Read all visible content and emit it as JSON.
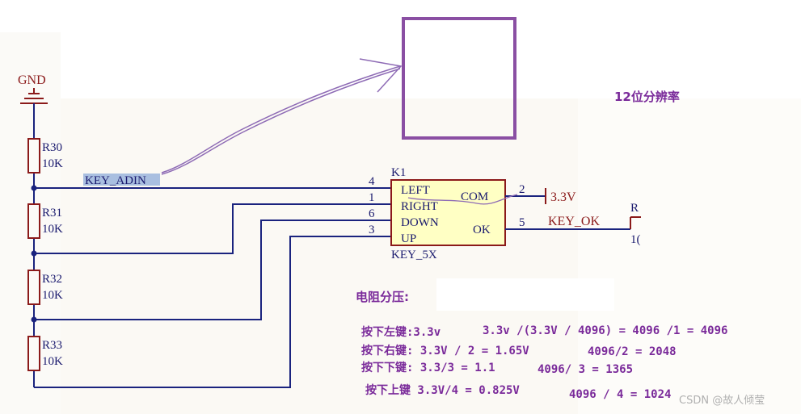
{
  "colors": {
    "wire": "#1a237e",
    "component": "#8b1a1a",
    "switch_fill": "#ffffc4",
    "annotation": "#7a2a9a",
    "pen": "#8e6bb5",
    "label_highlight": "#a9bfe0"
  },
  "icons": [
    "gnd-symbol-icon",
    "power-3v3-symbol-icon"
  ],
  "gnd_label": "GND",
  "resistors": [
    {
      "ref": "R30",
      "value": "10K"
    },
    {
      "ref": "R31",
      "value": "10K"
    },
    {
      "ref": "R32",
      "value": "10K"
    },
    {
      "ref": "R33",
      "value": "10K"
    }
  ],
  "net_key_adin": "KEY_ADIN",
  "switch": {
    "ref": "K1",
    "part": "KEY_5X",
    "pins_left": [
      {
        "num": "4",
        "name": "LEFT"
      },
      {
        "num": "1",
        "name": "RIGHT"
      },
      {
        "num": "6",
        "name": "DOWN"
      },
      {
        "num": "3",
        "name": "UP"
      }
    ],
    "com": {
      "num": "2",
      "name": "COM"
    },
    "ok": {
      "num": "5",
      "name": "OK"
    }
  },
  "power_label": "3.3V",
  "net_key_ok": "KEY_OK",
  "partial_ref": "R",
  "partial_val": "1(",
  "resolution_note": "12位分辨率",
  "divider_title": "电阻分压:",
  "divider_lines": [
    {
      "label": "按下左键:3.3v",
      "formula": "3.3v /(3.3V / 4096)  = 4096 /1 = 4096"
    },
    {
      "label": "按下右键: 3.3V / 2 = 1.65V",
      "formula": "4096/2 = 2048"
    },
    {
      "label": "按下下键: 3.3/3 = 1.1",
      "formula": "4096/ 3 = 1365"
    },
    {
      "label": "按下上键 3.3V/4 = 0.825V",
      "formula": "4096 / 4 = 1024"
    }
  ],
  "watermark": "CSDN @故人倾莹"
}
